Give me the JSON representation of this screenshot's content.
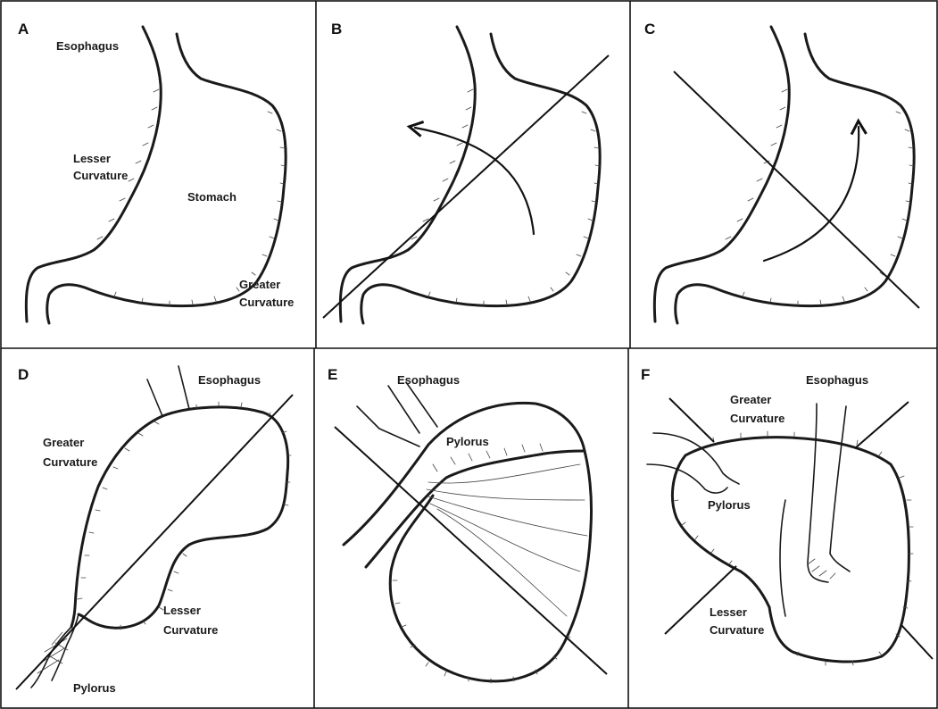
{
  "panels": [
    {
      "letter": "A",
      "labels": {
        "esophagus": "Esophagus",
        "lesser_1": "Lesser",
        "lesser_2": "Curvature",
        "stomach": "Stomach",
        "greater_1": "Greater",
        "greater_2": "Curvature"
      }
    },
    {
      "letter": "B"
    },
    {
      "letter": "C"
    },
    {
      "letter": "D",
      "labels": {
        "esophagus": "Esophagus",
        "greater_1": "Greater",
        "greater_2": "Curvature",
        "lesser_1": "Lesser",
        "lesser_2": "Curvature",
        "pylorus": "Pylorus"
      }
    },
    {
      "letter": "E",
      "labels": {
        "esophagus": "Esophagus",
        "pylorus": "Pylorus"
      }
    },
    {
      "letter": "F",
      "labels": {
        "greater_1": "Greater",
        "greater_2": "Curvature",
        "esophagus": "Esophagus",
        "pylorus": "Pylorus",
        "lesser_1": "Lesser",
        "lesser_2": "Curvature"
      }
    }
  ]
}
